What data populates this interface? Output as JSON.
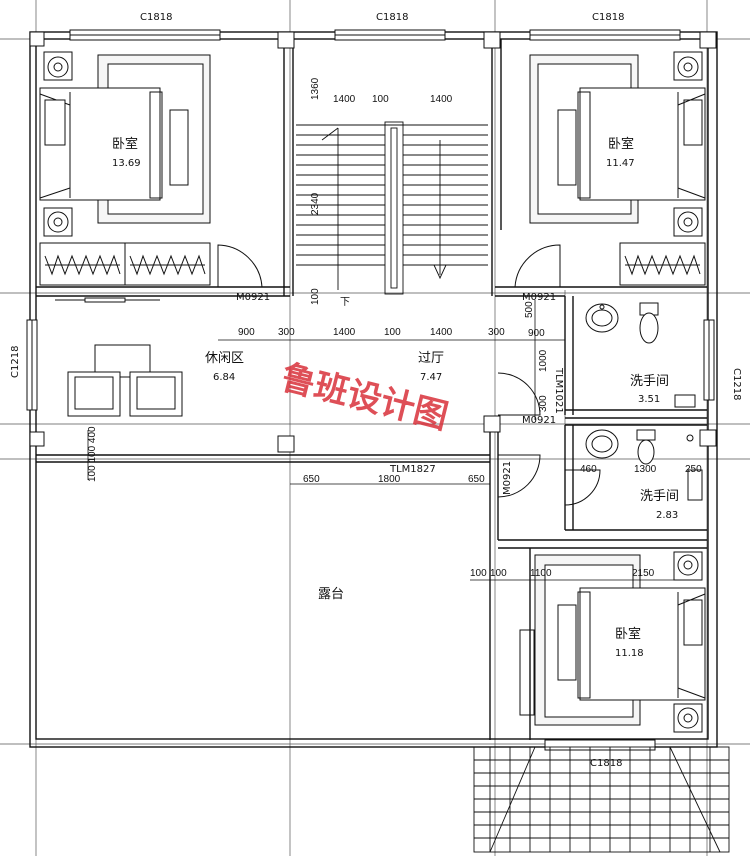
{
  "windows": {
    "top_left": "C1818",
    "top_mid": "C1818",
    "top_right": "C1818",
    "left": "C1218",
    "right": "C1218",
    "bottom": "C1818"
  },
  "rooms": {
    "bedroom_nw": {
      "name": "卧室",
      "area": "13.69"
    },
    "bedroom_ne": {
      "name": "卧室",
      "area": "11.47"
    },
    "lounge": {
      "name": "休闲区",
      "area": "6.84"
    },
    "hall": {
      "name": "过厅",
      "area": "7.47"
    },
    "bath_1": {
      "name": "洗手间",
      "area": "3.51"
    },
    "bath_2": {
      "name": "洗手间",
      "area": "2.83"
    },
    "terrace": {
      "name": "露台"
    },
    "bedroom_se": {
      "name": "卧室",
      "area": "11.18"
    }
  },
  "doors": {
    "m_left": "M0921",
    "m_right_top": "M0921",
    "m_right_mid": "M0921",
    "m_right_low": "M0921",
    "tlm_bath": "TLM1021",
    "tlm_terrace": "TLM1827"
  },
  "stair": {
    "down": "下",
    "dims": {
      "d1360": "1360",
      "d2340": "2340",
      "d100": "100",
      "top_1400a": "1400",
      "top_100": "100",
      "top_1400b": "1400"
    }
  },
  "dimensions": {
    "row1": [
      "900",
      "300",
      "1400",
      "100",
      "1400",
      "300"
    ],
    "bath_500": "500",
    "bath_900": "900",
    "bath_1000": "1000",
    "bath_300": "300",
    "left_100_400": "100 100 400",
    "terrace_row": [
      "650",
      "1800",
      "650"
    ],
    "bath2_460": "460",
    "bath2_1300": "1300",
    "bath2_250": "250",
    "se_row": [
      "100",
      "100",
      "1100",
      "2150"
    ]
  },
  "watermark": "鲁班设计图"
}
